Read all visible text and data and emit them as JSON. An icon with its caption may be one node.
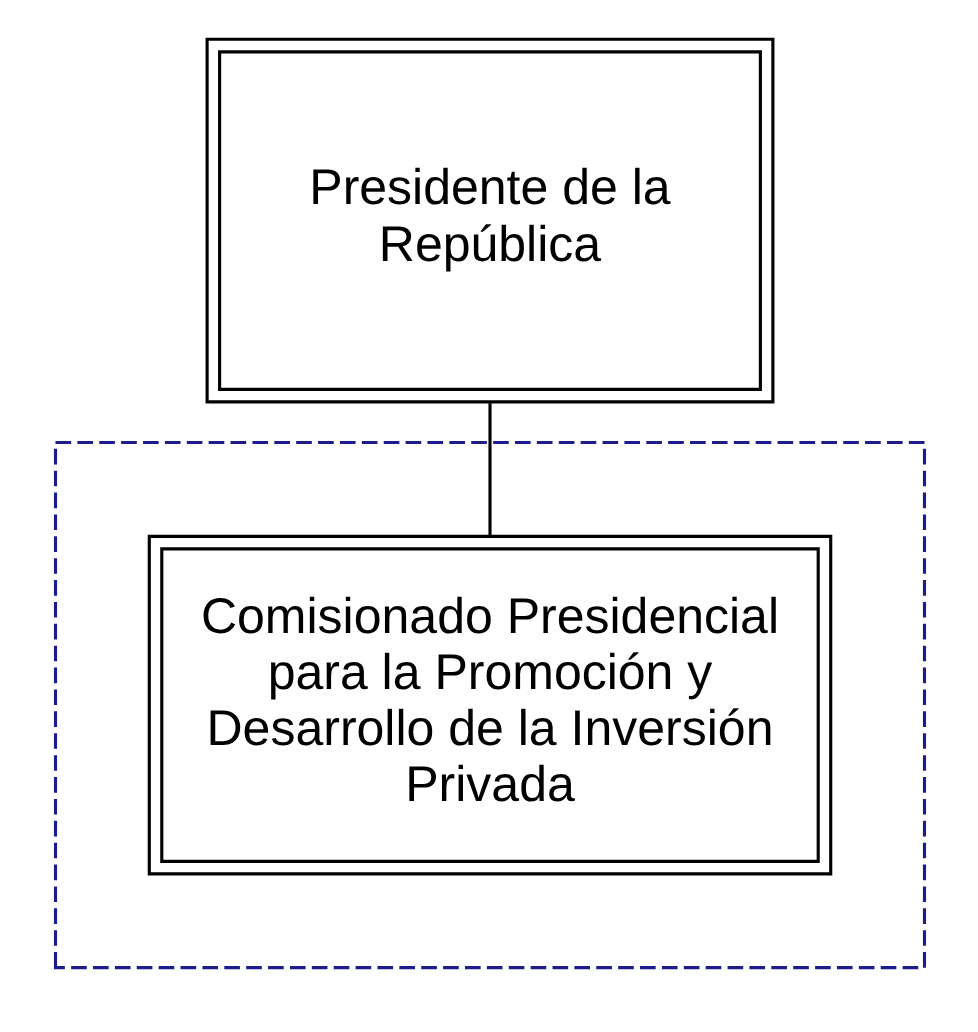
{
  "diagram": {
    "nodes": [
      {
        "text": [
          "Presidente de la República"
        ]
      },
      {
        "text": [],
        "shape": "box"
      },
      {
        "text": [
          "Comisionado Presidencial para la Promoción y Desarrollo de la Inversión Privada"
        ],
        "in": 1
      }
    ],
    "edges": [
      {
        "from": 0,
        "to": 2,
        "arrow": "none"
      }
    ]
  }
}
